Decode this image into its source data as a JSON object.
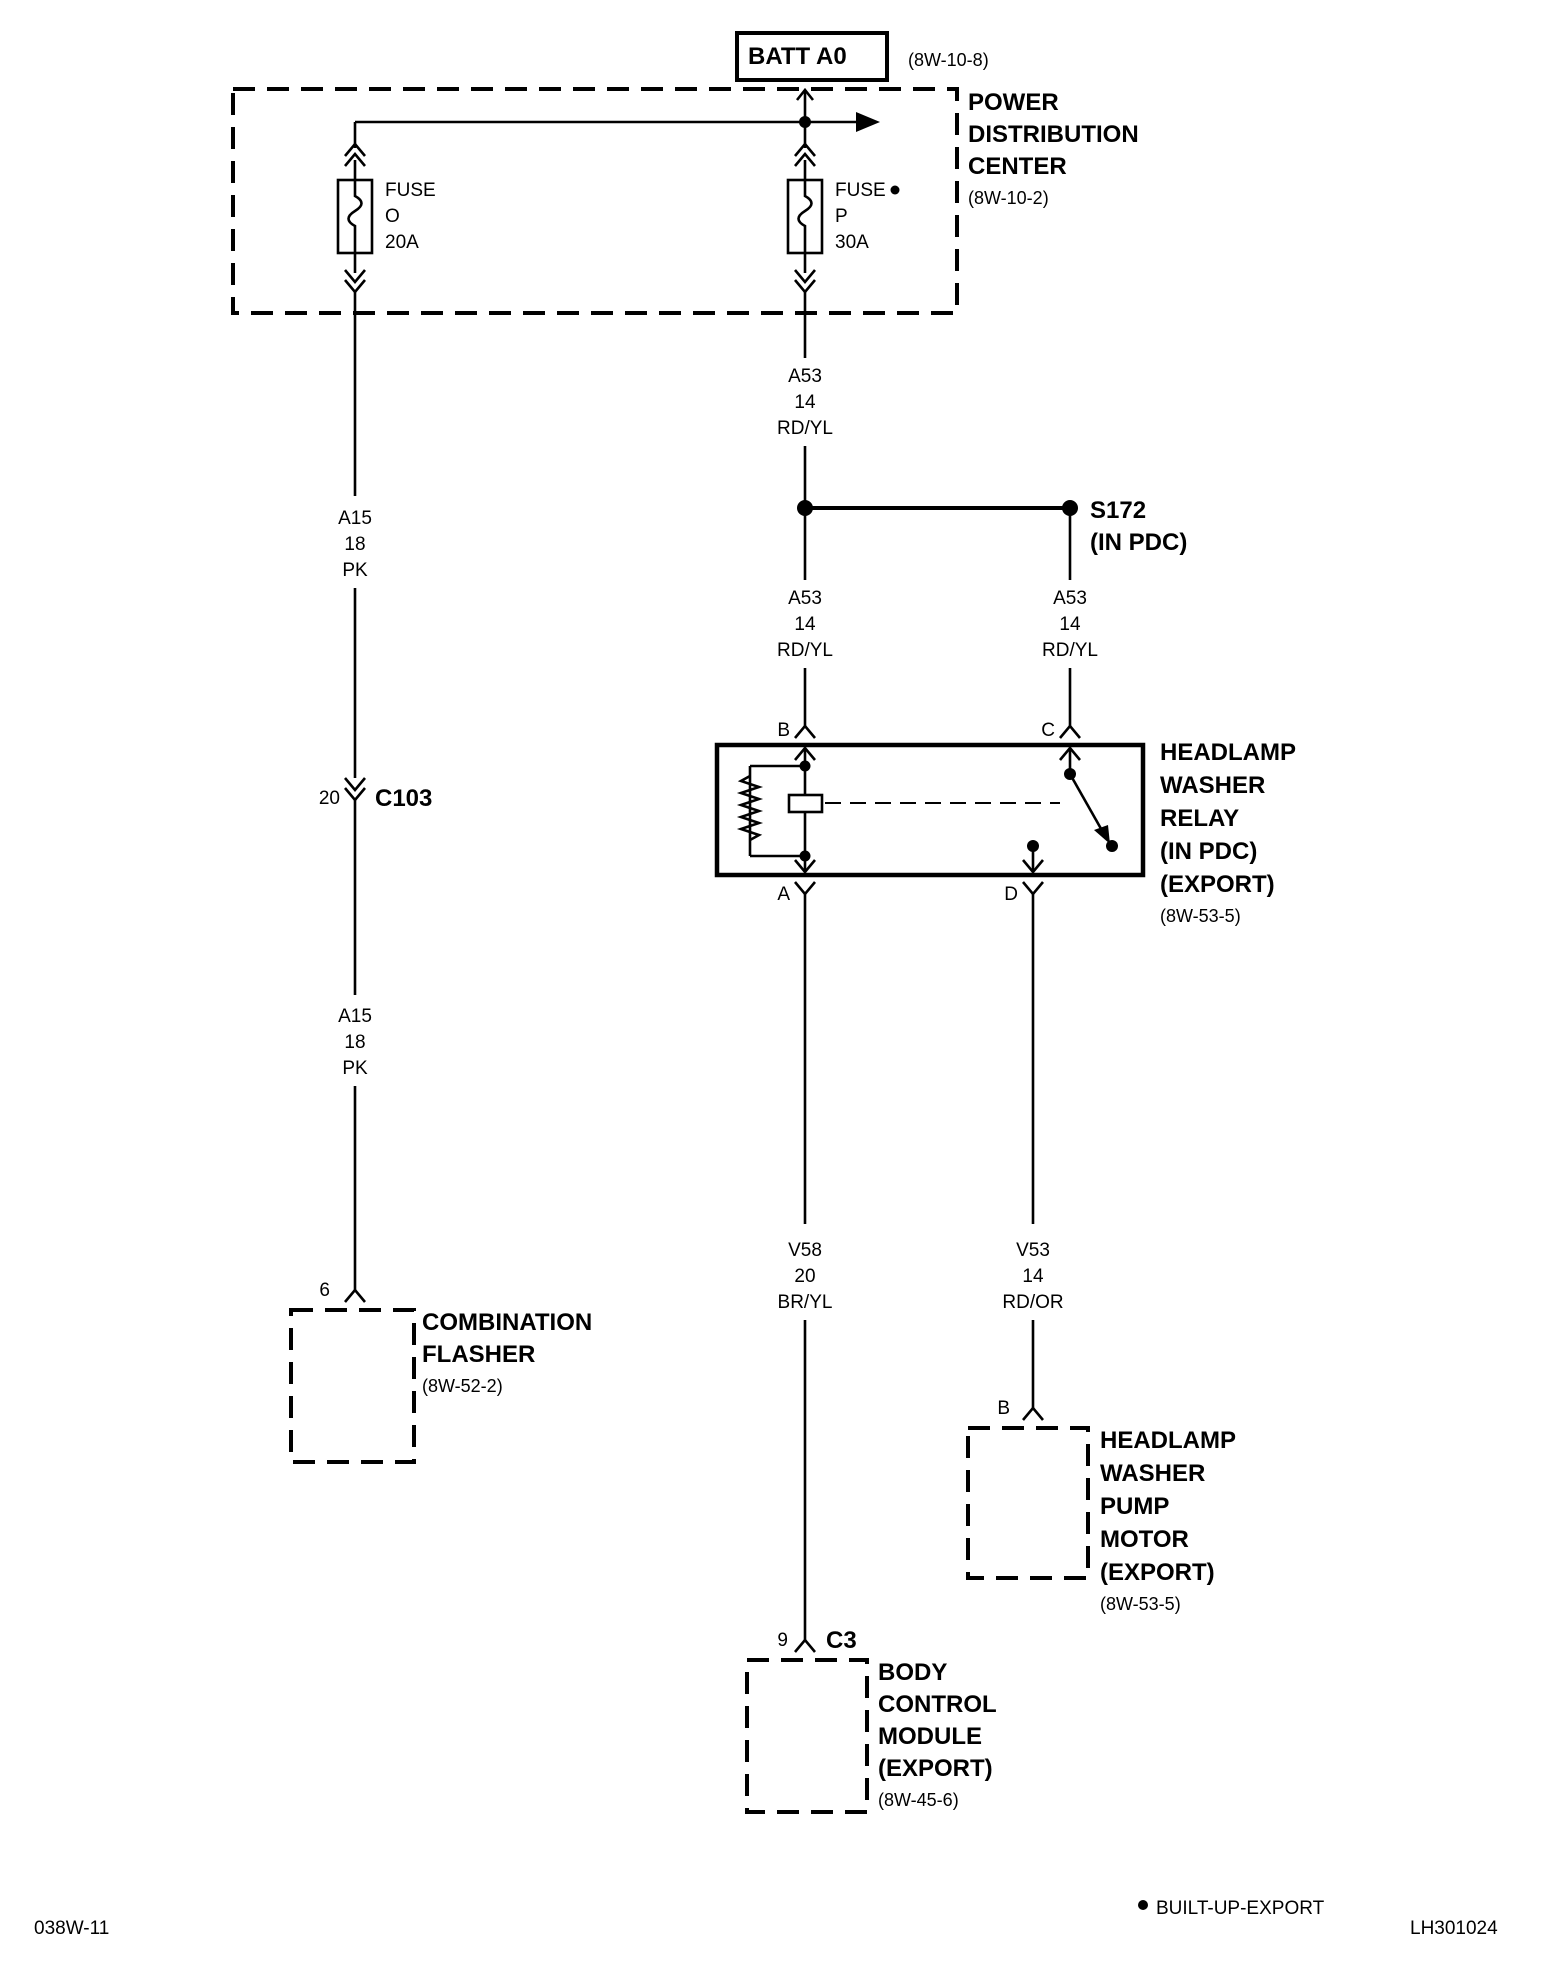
{
  "battery": {
    "label": "BATT A0",
    "ref": "(8W-10-8)"
  },
  "pdc": {
    "line1": "POWER",
    "line2": "DISTRIBUTION",
    "line3": "CENTER",
    "ref": "(8W-10-2)"
  },
  "fuse_o": {
    "line1": "FUSE",
    "line2": "O",
    "line3": "20A"
  },
  "fuse_p": {
    "line1": "FUSE",
    "line2": "P",
    "line3": "30A"
  },
  "wire_a53_top": {
    "circuit": "A53",
    "gauge": "14",
    "color": "RD/YL"
  },
  "wire_a53_left": {
    "circuit": "A53",
    "gauge": "14",
    "color": "RD/YL"
  },
  "wire_a53_right": {
    "circuit": "A53",
    "gauge": "14",
    "color": "RD/YL"
  },
  "splice": {
    "name": "S172",
    "location": "(IN PDC)"
  },
  "wire_a15_top": {
    "circuit": "A15",
    "gauge": "18",
    "color": "PK"
  },
  "wire_a15_bottom": {
    "circuit": "A15",
    "gauge": "18",
    "color": "PK"
  },
  "connector_c103": {
    "pin": "20",
    "name": "C103"
  },
  "relay": {
    "line1": "HEADLAMP",
    "line2": "WASHER",
    "line3": "RELAY",
    "line4": "(IN PDC)",
    "line5": "(EXPORT)",
    "ref": "(8W-53-5)",
    "pin_b": "B",
    "pin_c": "C",
    "pin_a": "A",
    "pin_d": "D"
  },
  "wire_v58": {
    "circuit": "V58",
    "gauge": "20",
    "color": "BR/YL"
  },
  "wire_v53": {
    "circuit": "V53",
    "gauge": "14",
    "color": "RD/OR"
  },
  "flasher": {
    "pin": "6",
    "line1": "COMBINATION",
    "line2": "FLASHER",
    "ref": "(8W-52-2)"
  },
  "pump_motor": {
    "pin": "B",
    "line1": "HEADLAMP",
    "line2": "WASHER",
    "line3": "PUMP",
    "line4": "MOTOR",
    "line5": "(EXPORT)",
    "ref": "(8W-53-5)"
  },
  "bcm": {
    "pin": "9",
    "connector": "C3",
    "line1": "BODY",
    "line2": "CONTROL",
    "line3": "MODULE",
    "line4": "(EXPORT)",
    "ref": "(8W-45-6)"
  },
  "footer": {
    "left": "038W-11",
    "legend": "BUILT-UP-EXPORT",
    "right": "LH301024"
  }
}
